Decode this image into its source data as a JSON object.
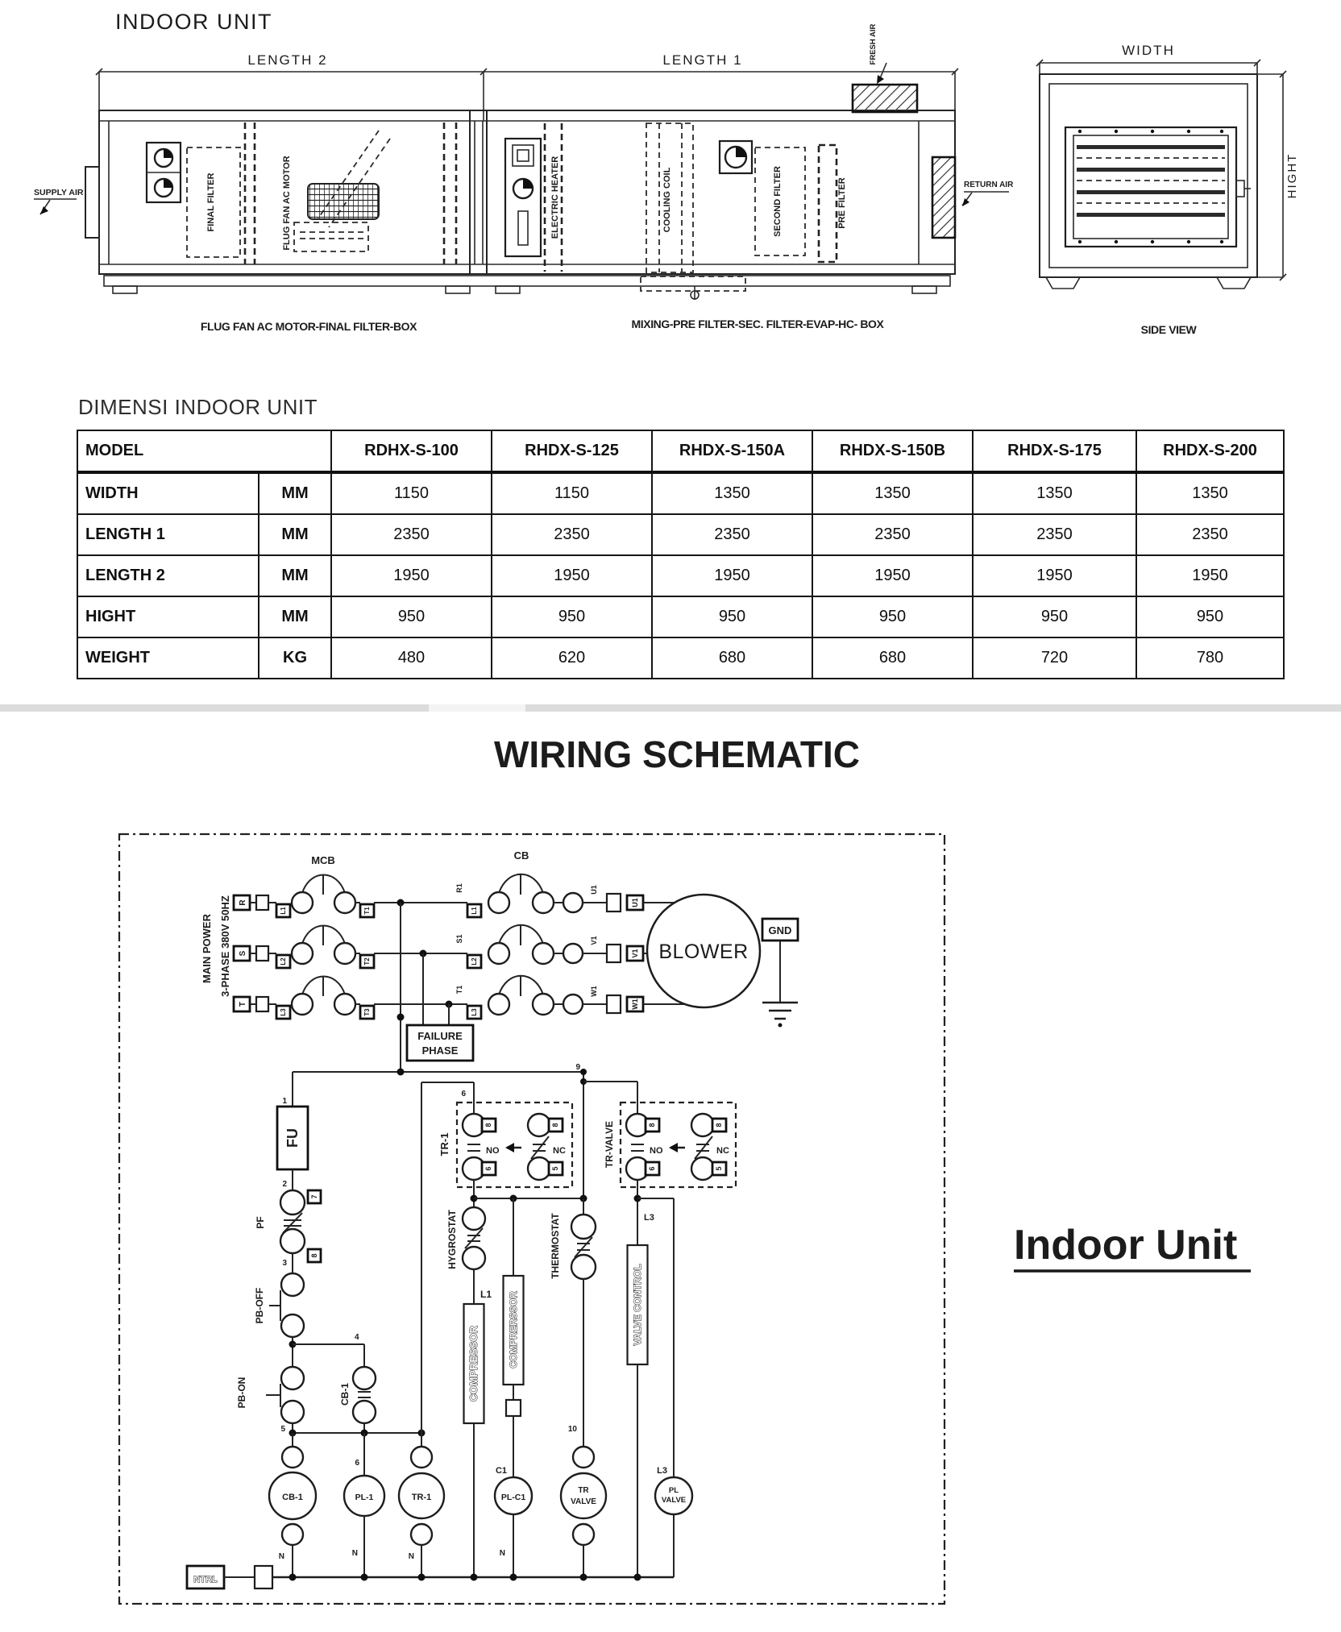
{
  "colors": {
    "ink": "#1c1c1c",
    "band_gray": "#d9d9d9"
  },
  "indoor": {
    "title": "INDOOR UNIT",
    "length2": "LENGTH 2",
    "length1": "LENGTH 1",
    "width": "WIDTH",
    "hight": "HIGHT",
    "supply_air": "SUPPLY AIR",
    "fresh_air": "FRESH AIR",
    "return_air": "RETURN AIR",
    "final_filter": "FINAL FILTER",
    "flug_fan": "FLUG FAN AC MOTOR",
    "electric_heater": "ELECTRIC HEATER",
    "cooling_coil": "COOLING COIL",
    "second_filter": "SECOND FILTER",
    "pre_filter": "PRE FILTER",
    "caption_left": "FLUG FAN AC MOTOR-FINAL FILTER-BOX",
    "caption_mid": "MIXING-PRE FILTER-SEC. FILTER-EVAP-HC- BOX",
    "caption_right": "SIDE VIEW"
  },
  "table": {
    "title": "DIMENSI INDOOR UNIT",
    "model_header": "MODEL",
    "models": [
      "RDHX-S-100",
      "RHDX-S-125",
      "RHDX-S-150A",
      "RHDX-S-150B",
      "RHDX-S-175",
      "RHDX-S-200"
    ],
    "rows": [
      {
        "label": "WIDTH",
        "unit": "MM",
        "values": [
          "1150",
          "1150",
          "1350",
          "1350",
          "1350",
          "1350"
        ]
      },
      {
        "label": "LENGTH 1",
        "unit": "MM",
        "values": [
          "2350",
          "2350",
          "2350",
          "2350",
          "2350",
          "2350"
        ]
      },
      {
        "label": "LENGTH 2",
        "unit": "MM",
        "values": [
          "1950",
          "1950",
          "1950",
          "1950",
          "1950",
          "1950"
        ]
      },
      {
        "label": "HIGHT",
        "unit": "MM",
        "values": [
          "950",
          "950",
          "950",
          "950",
          "950",
          "950"
        ]
      },
      {
        "label": "WEIGHT",
        "unit": "KG",
        "values": [
          "480",
          "620",
          "680",
          "680",
          "720",
          "780"
        ]
      }
    ]
  },
  "wiring": {
    "title": "WIRING SCHEMATIC",
    "side_label": "Indoor Unit",
    "main_power_1": "MAIN POWER",
    "main_power_2": "3-PHASE 380V 50HZ",
    "mcb": "MCB",
    "cb": "CB",
    "blower": "BLOWER",
    "gnd": "GND",
    "phases": [
      "R",
      "S",
      "T"
    ],
    "line_terms": [
      "L1",
      "L2",
      "L3"
    ],
    "mcb_out": [
      "T1",
      "T2",
      "T3"
    ],
    "cb_in": [
      "R1",
      "S1",
      "T1"
    ],
    "motor_terms": [
      "U1",
      "V1",
      "W1"
    ],
    "failure_1": "FAILURE",
    "failure_2": "PHASE",
    "fu": "FU",
    "pf": "PF",
    "pb_off": "PB-OFF",
    "pb_on": "PB-ON",
    "cb1_contact": "CB-1",
    "tr1": "TR-1",
    "tr_valve": "TR-VALVE",
    "no": "NO",
    "nc": "NC",
    "term8": "8",
    "term6": "6",
    "term5": "5",
    "hygrostat": "HYGROSTAT",
    "thermostat": "THERMOSTAT",
    "l1": "L1",
    "l3": "L3",
    "c1": "C1",
    "n": "N",
    "compressor_1": "COMPRESSOR",
    "compressor_2": "COMPRERSSOR",
    "valve_control": "VALVE CONTROL",
    "ntrl": "NTRL",
    "coil_cb1": "CB-1",
    "coil_pl1": "PL-1",
    "coil_tr1": "TR-1",
    "coil_plc1": "PL-C1",
    "coil_trv_1": "TR",
    "coil_trv_2": "VALVE",
    "coil_plv_1": "PL",
    "coil_plv_2": "VALVE",
    "nums": [
      "1",
      "2",
      "3",
      "4",
      "5",
      "6",
      "7",
      "8",
      "9",
      "10"
    ]
  }
}
